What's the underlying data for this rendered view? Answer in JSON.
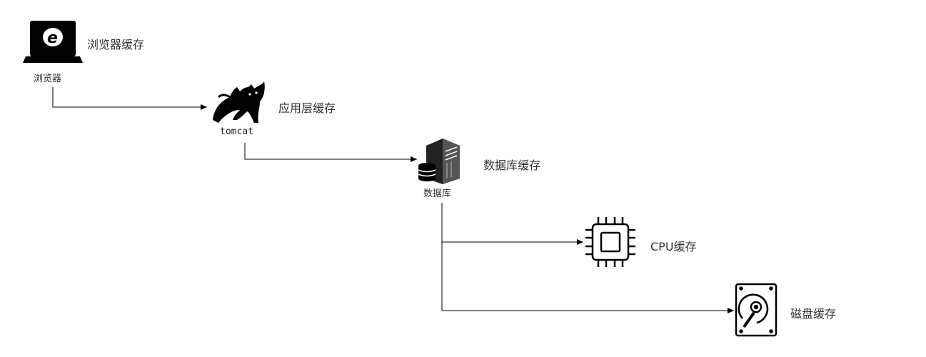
{
  "nodes": {
    "browser": {
      "caption": "浏览器",
      "label": "浏览器缓存"
    },
    "tomcat": {
      "caption": "tomcat",
      "label": "应用层缓存"
    },
    "database": {
      "caption": "数据库",
      "label": "数据库缓存"
    },
    "cpu": {
      "label": "CPU缓存"
    },
    "disk": {
      "label": "磁盘缓存"
    }
  },
  "colors": {
    "line": "#000000",
    "icon": "#000000",
    "text": "#333333"
  }
}
